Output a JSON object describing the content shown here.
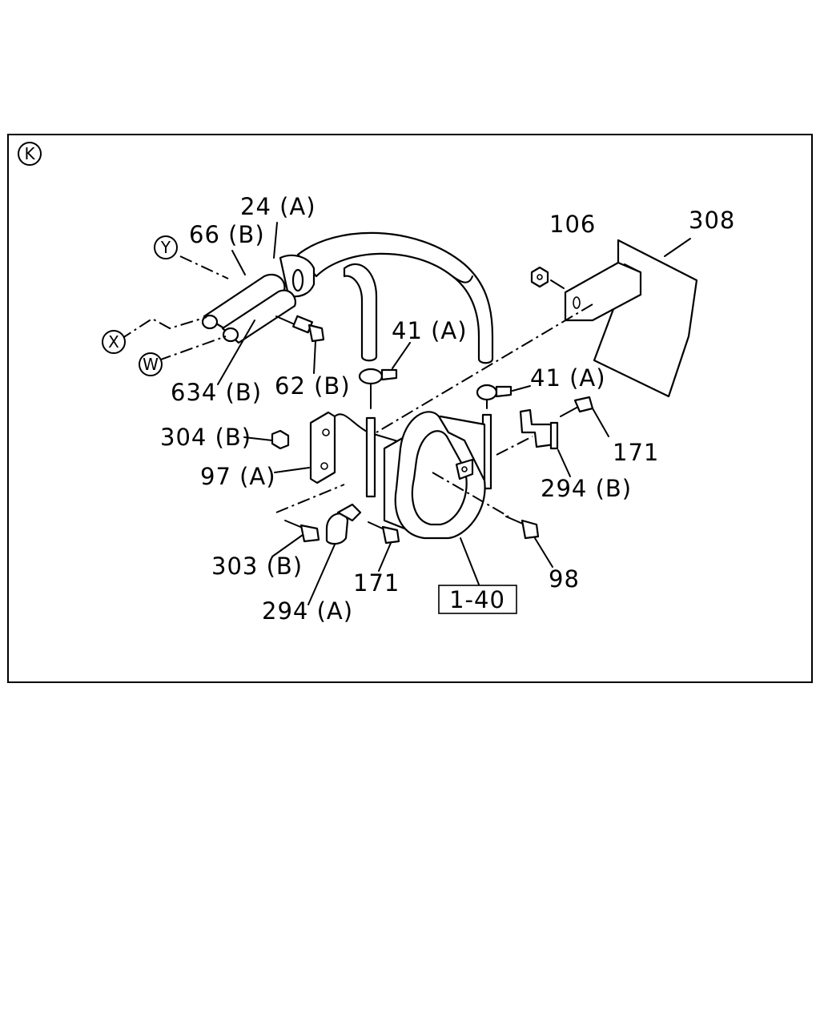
{
  "diagram": {
    "view_marker": "K",
    "circled_refs": {
      "y": "Y",
      "x": "X",
      "w": "W"
    },
    "labels": {
      "p24a": "24 (A)",
      "p66b": "66 (B)",
      "p634b": "634 (B)",
      "p62b": "62 (B)",
      "p106": "106",
      "p308": "308",
      "p41a_left": "41 (A)",
      "p41a_right": "41 (A)",
      "p171_right": "171",
      "p294b": "294 (B)",
      "p304b": "304 (B)",
      "p97a": "97 (A)",
      "p303b": "303 (B)",
      "p171_bottom": "171",
      "p294a": "294 (A)",
      "p98": "98",
      "p1_40": "1-40"
    }
  }
}
